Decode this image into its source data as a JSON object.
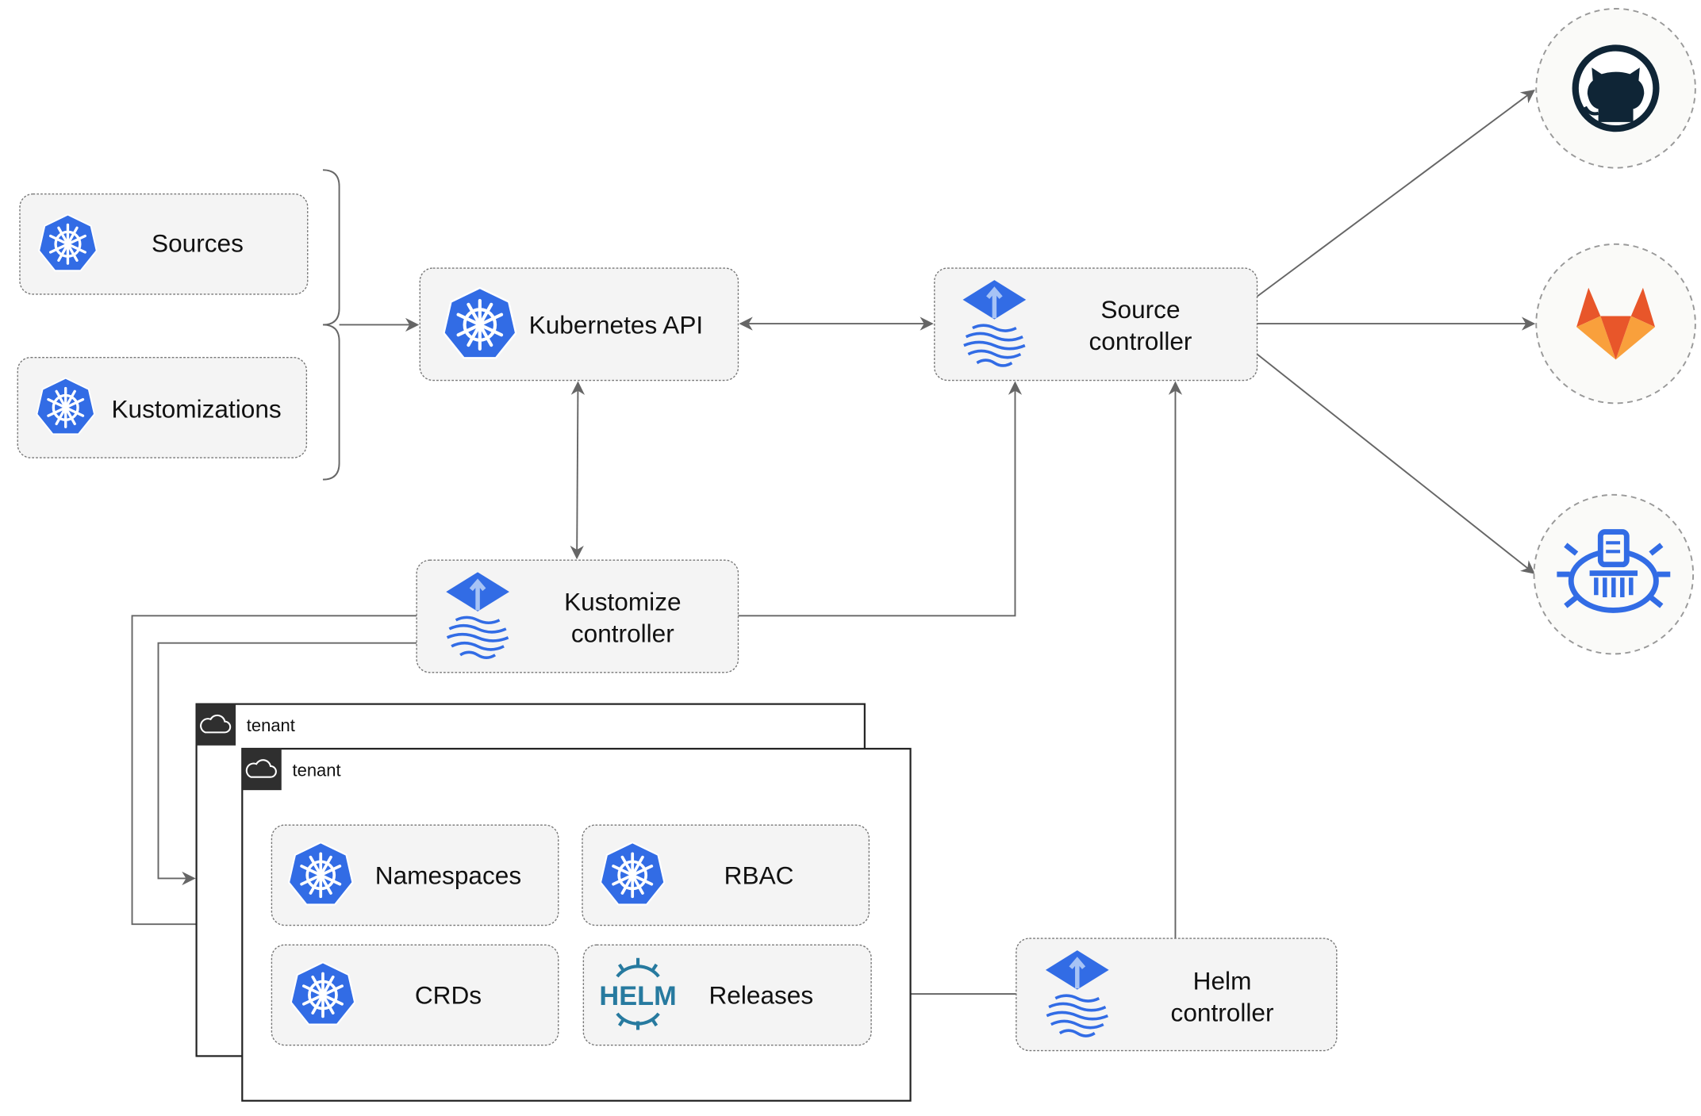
{
  "nodes": {
    "sources": {
      "label": "Sources",
      "icon": "kubernetes-icon"
    },
    "kustomizations": {
      "label": "Kustomizations",
      "icon": "kubernetes-icon"
    },
    "kubernetes_api": {
      "label": "Kubernetes API",
      "icon": "kubernetes-icon"
    },
    "source_controller": {
      "line1": "Source",
      "line2": "controller",
      "icon": "flux-icon"
    },
    "kustomize_controller": {
      "line1": "Kustomize",
      "line2": "controller",
      "icon": "flux-icon"
    },
    "helm_controller": {
      "line1": "Helm",
      "line2": "controller",
      "icon": "flux-icon"
    },
    "namespaces": {
      "label": "Namespaces",
      "icon": "kubernetes-icon"
    },
    "rbac": {
      "label": "RBAC",
      "icon": "kubernetes-icon"
    },
    "crds": {
      "label": "CRDs",
      "icon": "kubernetes-icon"
    },
    "releases": {
      "label": "Releases",
      "icon": "helm-icon",
      "logo_text": "HELM"
    }
  },
  "tenants": [
    {
      "label": "tenant",
      "icon": "cloud-icon"
    },
    {
      "label": "tenant",
      "icon": "cloud-icon"
    }
  ],
  "external": [
    {
      "icon": "github-icon"
    },
    {
      "icon": "gitlab-icon"
    },
    {
      "icon": "bucket-icon"
    }
  ],
  "colors": {
    "kubernetes_blue": "#326ce5",
    "helm_blue": "#277a9f",
    "github_dark": "#0f2536",
    "gitlab_orange": "#e8562a",
    "gitlab_yellow": "#f9a03c",
    "edge": "#666666",
    "box_fill": "#f4f4f4"
  }
}
